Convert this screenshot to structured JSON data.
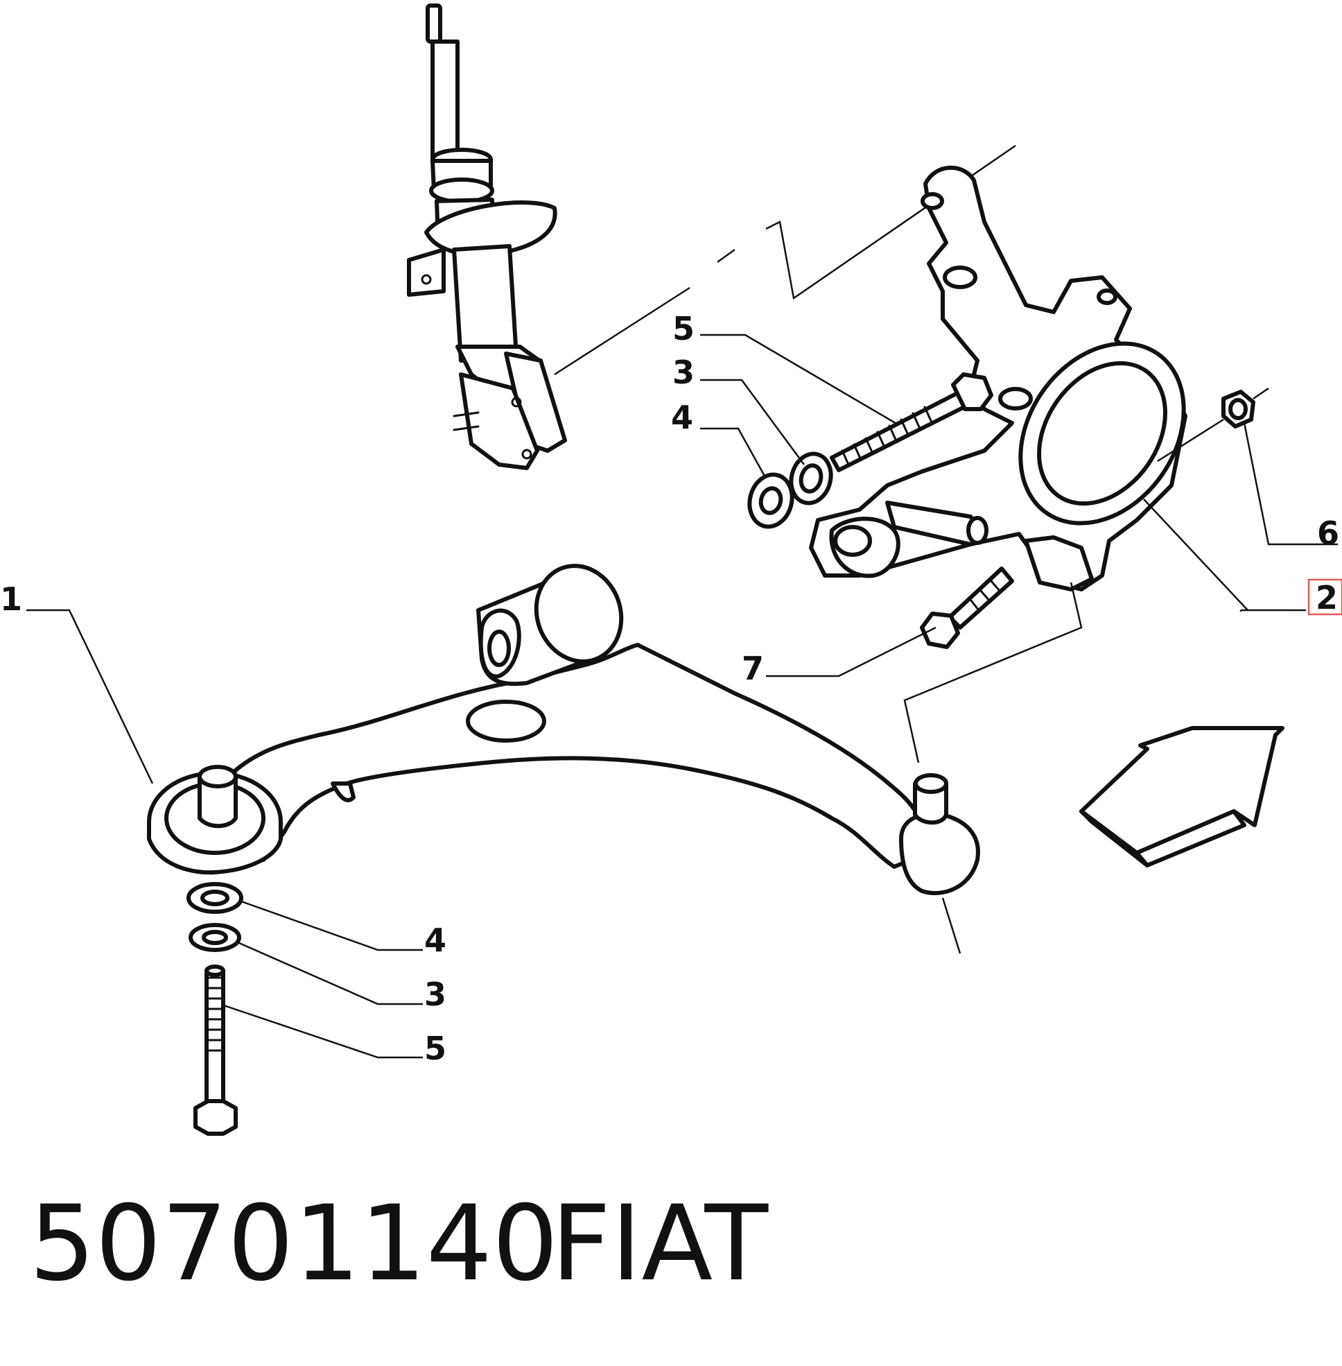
{
  "callouts": {
    "arm": "1",
    "knuckle": "2",
    "bushing_washer_upper": "3",
    "plain_washer_upper": "4",
    "bolt_upper": "5",
    "nut": "6",
    "pinch_bolt": "7",
    "plain_washer_lower": "4",
    "bushing_washer_lower": "3",
    "bolt_lower": "5"
  },
  "caption": {
    "part_number": "50701140",
    "brand": "FIAT"
  },
  "colors": {
    "ink": "#111111",
    "background": "#ffffff",
    "highlight": "#e05a5a"
  }
}
